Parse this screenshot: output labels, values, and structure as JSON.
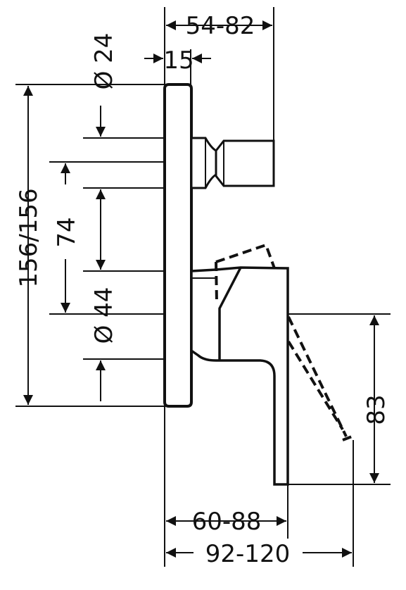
{
  "drawing": {
    "dimensions": {
      "top_width_range": "54-82",
      "pipe_diameter_top": "Ø 24",
      "plate_offset": "15",
      "total_height": "156/156",
      "spacing_vertical": "74",
      "pipe_diameter_bottom": "Ø 44",
      "lever_drop": "83",
      "lever_reach": "60-88",
      "total_reach": "92-120"
    },
    "colors": {
      "line": "#111111",
      "background": "#ffffff"
    }
  }
}
